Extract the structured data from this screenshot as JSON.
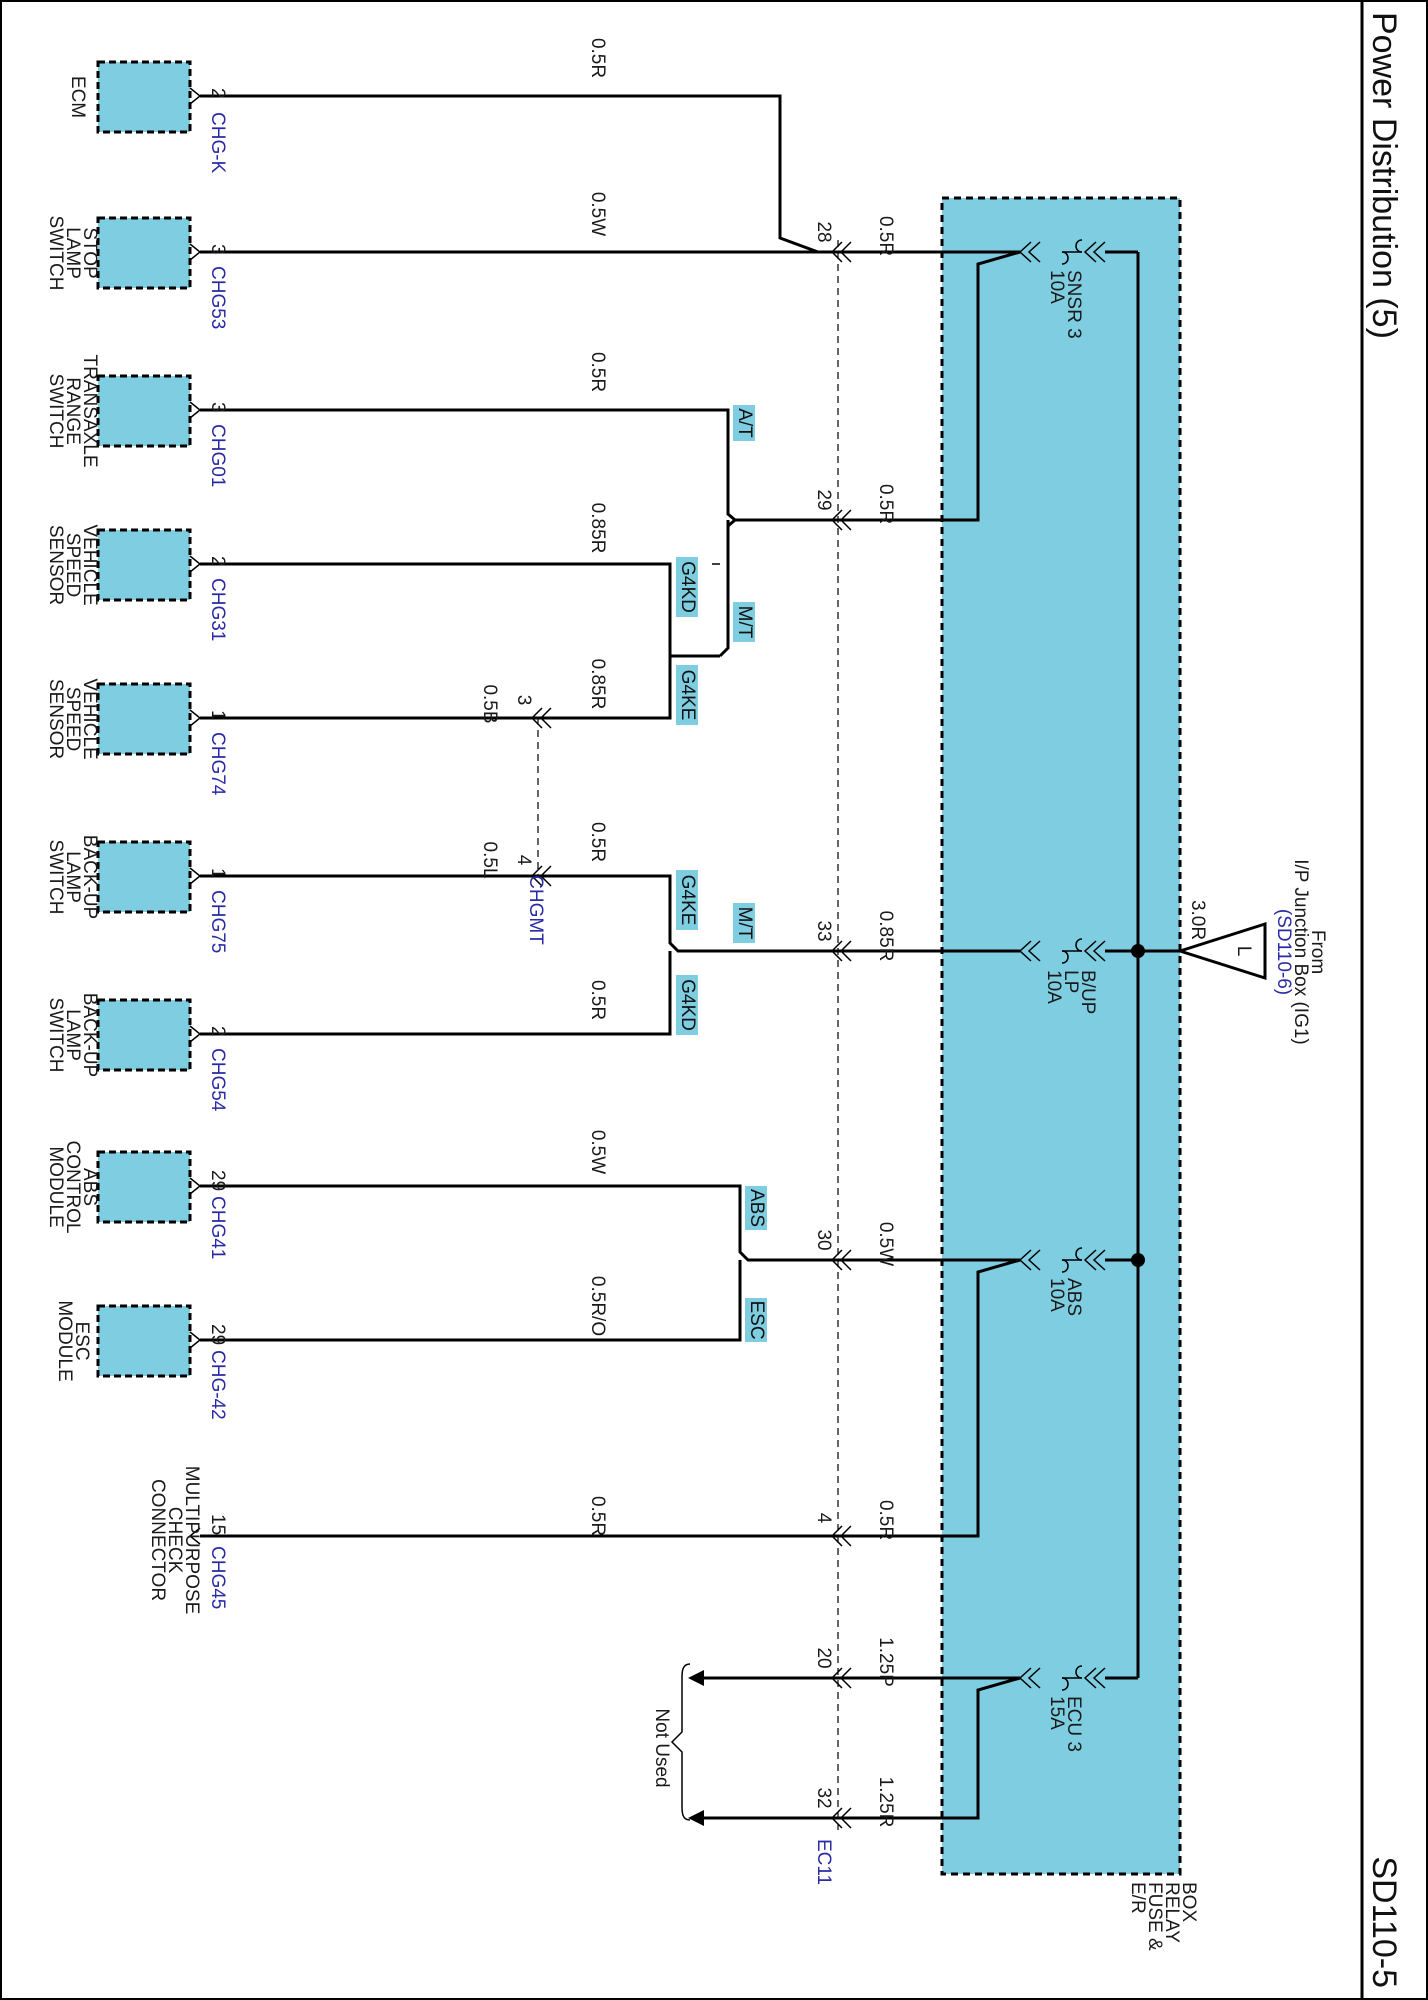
{
  "header": {
    "title": "Power Distribution (5)",
    "code": "SD110-5"
  },
  "colors": {
    "fill": "#7ecde0",
    "wire": "#000000",
    "link": "#2a2aa6"
  },
  "fuse_box": {
    "label_lines": [
      "E/R",
      "FUSE &",
      "RELAY",
      "BOX"
    ]
  },
  "source": {
    "line1": "From",
    "line2": "I/P Junction Box (IG1)",
    "ref": "(SD110-6)",
    "symbol": "L",
    "wire": "3.0R"
  },
  "fuses": [
    {
      "name": "SNSR 3",
      "rating": "10A"
    },
    {
      "name": "B/UP",
      "name2": "LP",
      "rating": "10A"
    },
    {
      "name": "ABS",
      "rating": "10A"
    },
    {
      "name": "ECU 3",
      "rating": "15A"
    }
  ],
  "pins": [
    "28",
    "29",
    "33",
    "30",
    "4",
    "20",
    "32"
  ],
  "pin_wires": [
    "0.5R",
    "0.5R",
    "0.85R",
    "0.5W",
    "0.5R",
    "1.25P",
    "1.25R"
  ],
  "ec_connector": "EC11",
  "chgmt": {
    "name": "CHGMT",
    "pin3": "3",
    "pin4": "4",
    "wire3": "0.5B",
    "wire4": "0.5L"
  },
  "splice_tags": [
    "A/T",
    "M/T",
    "G4KD",
    "G4KE",
    "G4KE",
    "M/T",
    "G4KD",
    "ABS",
    "ESC"
  ],
  "devices": [
    {
      "lines": [
        "ECM"
      ],
      "connector": "CHG-K",
      "pin": "2",
      "wire": "0.5R"
    },
    {
      "lines": [
        "STOP",
        "LAMP",
        "SWITCH"
      ],
      "connector": "CHG53",
      "pin": "3",
      "wire": "0.5W"
    },
    {
      "lines": [
        "TRANSAXLE",
        "RANGE",
        "SWITCH"
      ],
      "connector": "CHG01",
      "pin": "3",
      "wire": "0.5R"
    },
    {
      "lines": [
        "VEHICLE",
        "SPEED",
        "SENSOR"
      ],
      "connector": "CHG31",
      "pin": "2",
      "wire": "0.85R"
    },
    {
      "lines": [
        "VEHICLE",
        "SPEED",
        "SENSOR"
      ],
      "connector": "CHG74",
      "pin": "1",
      "wire": "0.85R"
    },
    {
      "lines": [
        "BACK-UP",
        "LAMP",
        "SWITCH"
      ],
      "connector": "CHG75",
      "pin": "1",
      "wire": "0.5R"
    },
    {
      "lines": [
        "BACK-UP",
        "LAMP",
        "SWITCH"
      ],
      "connector": "CHG54",
      "pin": "2",
      "wire": "0.5R"
    },
    {
      "lines": [
        "ABS",
        "CONTROL",
        "MODULE"
      ],
      "connector": "CHG41",
      "pin": "29",
      "wire": "0.5W"
    },
    {
      "lines": [
        "ESC",
        "MODULE"
      ],
      "connector": "CHG-42",
      "pin": "29",
      "wire": "0.5R/O"
    },
    {
      "lines": [
        "MULTIPURPOSE",
        "CHECK",
        "CONNECTOR"
      ],
      "connector": "CHG45",
      "pin": "15",
      "wire": "0.5R"
    }
  ],
  "not_used": "Not Used"
}
